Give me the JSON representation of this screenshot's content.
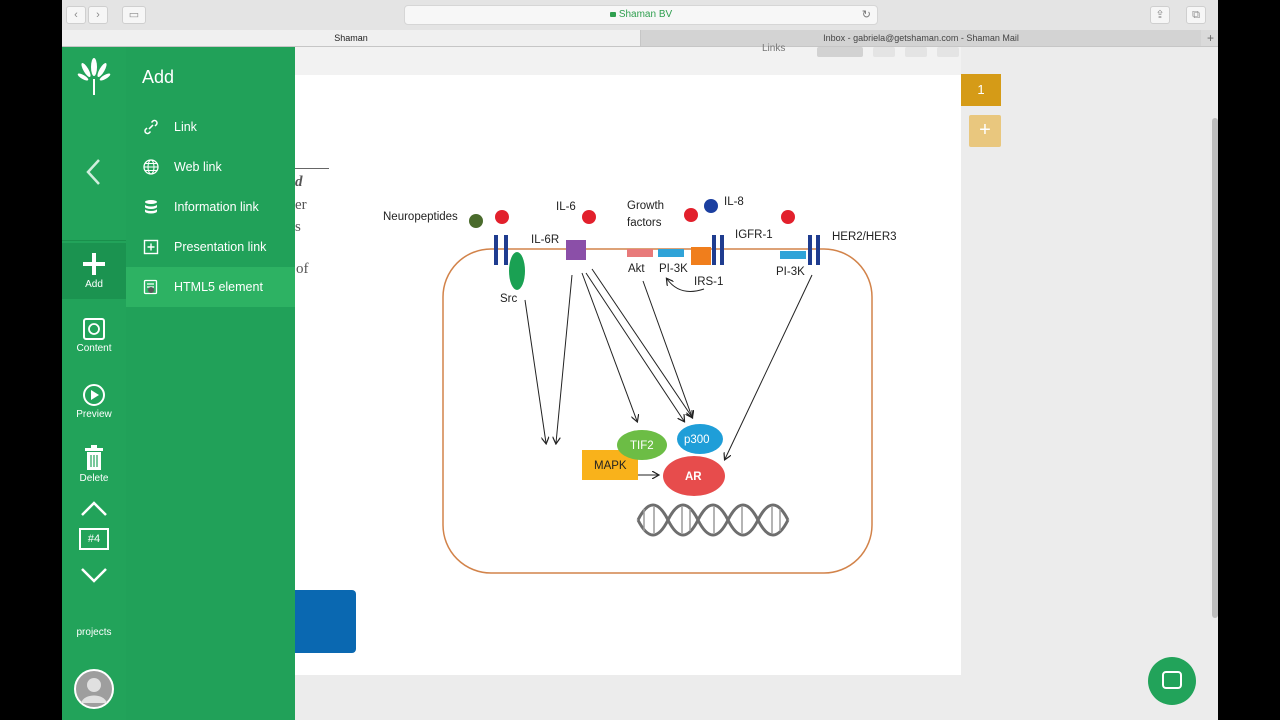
{
  "browser": {
    "address": "Shaman BV",
    "tabs": [
      {
        "label": "Shaman"
      },
      {
        "label": "Inbox - gabriela@getshaman.com - Shaman Mail"
      }
    ],
    "back_icon": "chevron-left-icon",
    "forward_icon": "chevron-right-icon"
  },
  "rail": {
    "items": [
      {
        "label": "Add",
        "icon": "plus-icon"
      },
      {
        "label": "Content",
        "icon": "content-icon"
      },
      {
        "label": "Preview",
        "icon": "play-icon"
      },
      {
        "label": "Delete",
        "icon": "trash-icon"
      }
    ],
    "page_number": "#4",
    "projects_label": "projects"
  },
  "panel": {
    "title": "Add",
    "items": [
      {
        "label": "Link",
        "icon": "link-icon"
      },
      {
        "label": "Web link",
        "icon": "globe-icon"
      },
      {
        "label": "Information link",
        "icon": "database-icon"
      },
      {
        "label": "Presentation link",
        "icon": "plus-square-icon"
      },
      {
        "label": "HTML5 element",
        "icon": "html5-icon"
      }
    ]
  },
  "canvas": {
    "links_label": "Links",
    "peek_text": [
      "d",
      "er",
      "s",
      "of"
    ],
    "slide_number": "1",
    "add_slide_label": "+"
  },
  "diagram": {
    "labels": {
      "neuropeptides": "Neuropeptides",
      "il6": "IL-6",
      "growth1": "Growth",
      "growth2": "factors",
      "il8": "IL-8",
      "il6r": "IL-6R",
      "igfr": "IGFR-1",
      "her": "HER2/HER3",
      "src": "Src",
      "akt": "Akt",
      "pi3k_a": "PI-3K",
      "irs1": "IRS-1",
      "pi3k_b": "PI-3K",
      "tif2": "TIF2",
      "p300": "p300",
      "mapk": "MAPK",
      "ar": "AR"
    }
  },
  "colors": {
    "sidebar_green": "#22a35a",
    "accent_gold": "#d59b17",
    "blue_button": "#0a68b1",
    "cell_outline": "#d2834a"
  }
}
